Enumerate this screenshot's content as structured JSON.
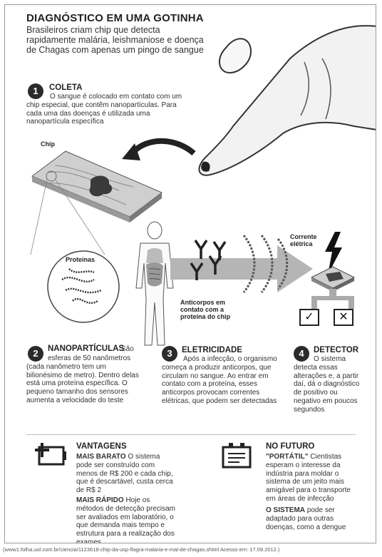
{
  "header": {
    "title": "DIAGNÓSTICO EM UMA GOTINHA",
    "subtitle": "Brasileiros criam chip que detecta rapidamente malária, leishmaniose e doença de Chagas com apenas um pingo de sangue"
  },
  "steps": [
    {
      "number": "1",
      "title": "COLETA",
      "lead": "",
      "text": "O sangue é colocado em contato com um chip especial, que contêm nanopartículas. Para cada uma das doenças é utilizada uma nanopartícula específica"
    },
    {
      "number": "2",
      "title": "NANOPARTÍCULAS",
      "lead": "São",
      "text": "esferas de 50 nanômetros (cada nanômetro tem um bilionésimo de metro). Dentro delas está uma proteína específica. O pequeno tamanho dos sensores aumenta a velocidade do teste"
    },
    {
      "number": "3",
      "title": "ELETRICIDADE",
      "lead": "",
      "text": "Após a infecção, o organismo começa a produzir anticorpos, que circulam no sangue. Ao entrar em contato com a proteína, esses anticorpos provocam correntes elétricas, que podem ser detectadas"
    },
    {
      "number": "4",
      "title": "DETECTOR",
      "lead": "",
      "text": "O sistema detecta essas alterações e, a partir daí, dá o diagnóstico de positivo ou negativo em poucos segundos"
    }
  ],
  "labels": {
    "chip": "Chip",
    "proteinas": "Proteínas",
    "anticorpos": "Anticorpos em contato com a proteína do chip",
    "corrente": "Corrente elétrica"
  },
  "vantagens": {
    "title": "VANTAGENS",
    "items": [
      {
        "head": "MAIS BARATO",
        "text": "O sistema pode ser construído com menos de R$ 200 e cada chip, que é descartável, custa cerca de R$ 2"
      },
      {
        "head": "MAIS RÁPIDO",
        "text": "Hoje os métodos de detecção precisam ser avaliados em laboratório, o que demanda mais tempo e estrutura para a realização dos exames"
      }
    ]
  },
  "futuro": {
    "title": "NO FUTURO",
    "items": [
      {
        "head": "\"PORTÁTIL\"",
        "text": "Cientistas esperam o interesse da indústria para moldar o sistema de um jeito mais amigável para o transporte em áreas de infecção"
      },
      {
        "head": "O SISTEMA",
        "text": "pode ser adaptado para outras doenças, como a dengue"
      }
    ]
  },
  "source": "(www1.folha.uol.com.br/ciencia/1123618-chip-da-usp-flagra-malaria-e-mal-de-chagas.shtml Acesso em: 17.09.2012.)",
  "colors": {
    "dark": "#2b2b2b",
    "mid": "#8a8a8a",
    "light": "#d6d6d6",
    "arrow": "#a8a8a8"
  }
}
